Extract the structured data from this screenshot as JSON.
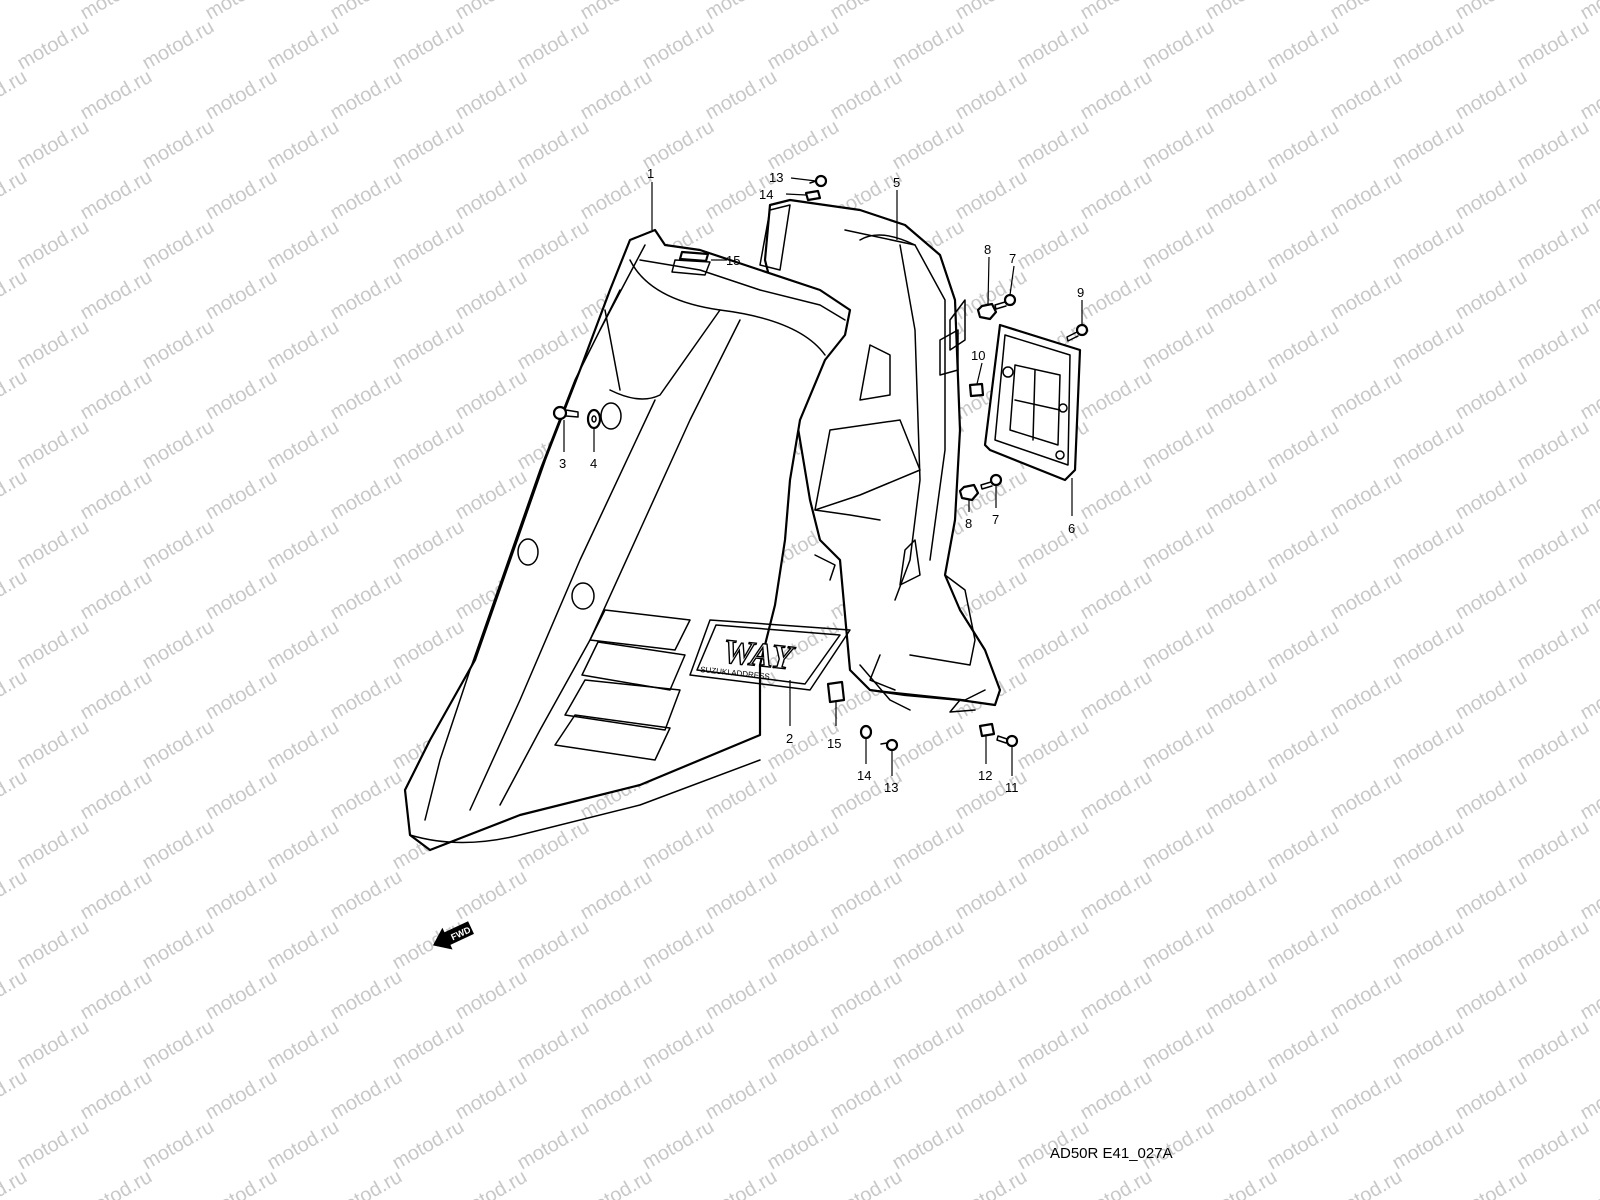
{
  "watermark": {
    "text": "motod.ru",
    "color": "#c8c8c8"
  },
  "diagram_code": "AD50R E41_027A",
  "decal": {
    "main_text": "WAY",
    "sub_text": "SUZUKI ADDRESS"
  },
  "fwd_label": "FWD",
  "callouts": [
    "1",
    "2",
    "3",
    "4",
    "5",
    "6",
    "7",
    "7",
    "8",
    "8",
    "9",
    "10",
    "11",
    "12",
    "13",
    "13",
    "14",
    "14",
    "15",
    "15"
  ]
}
